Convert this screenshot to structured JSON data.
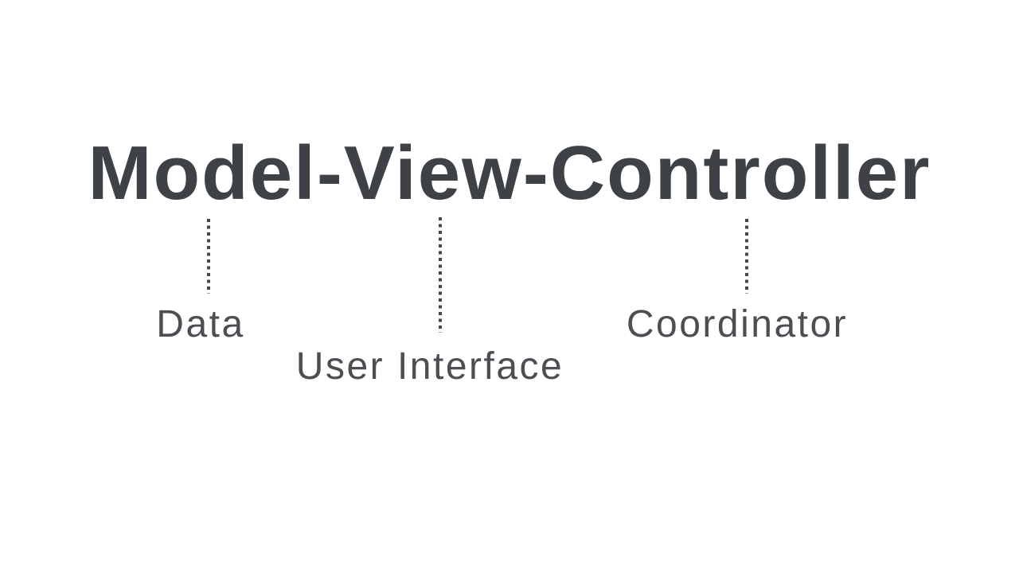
{
  "slide": {
    "title": "Model-View-Controller",
    "annotations": [
      {
        "term": "Model",
        "label": "Data"
      },
      {
        "term": "View",
        "label": "User Interface"
      },
      {
        "term": "Controller",
        "label": "Coordinator"
      }
    ],
    "colors": {
      "background": "#ffffff",
      "title_text": "#3e4247",
      "label_text": "#4b4f54",
      "connector_dots": "#44484c"
    }
  }
}
